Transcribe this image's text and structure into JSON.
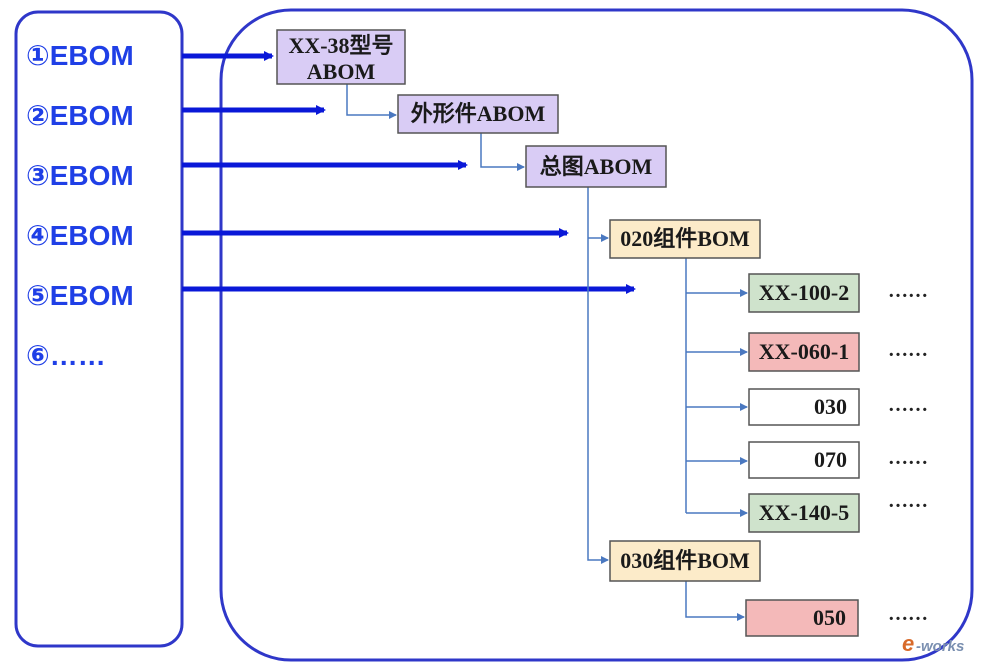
{
  "left_panel": {
    "items": [
      {
        "label": "①EBOM"
      },
      {
        "label": "②EBOM"
      },
      {
        "label": "③EBOM"
      },
      {
        "label": "④EBOM"
      },
      {
        "label": "⑤EBOM"
      },
      {
        "label": "⑥……"
      }
    ]
  },
  "tree": {
    "root": {
      "line1": "XX-38型号",
      "line2": "ABOM",
      "color": "#d9ccf5"
    },
    "appearance": {
      "label": "外形件ABOM",
      "color": "#d9ccf5"
    },
    "general": {
      "label": "总图ABOM",
      "color": "#d9ccf5"
    },
    "group_020": {
      "label": "020组件BOM",
      "color": "#fcebc9"
    },
    "group_030": {
      "label": "030组件BOM",
      "color": "#fcebc9"
    },
    "parts": [
      {
        "label": "XX-100-2",
        "color": "#cfe3cc",
        "trailing": "……"
      },
      {
        "label": "XX-060-1",
        "color": "#f4b9b9",
        "trailing": "……"
      },
      {
        "label": "030",
        "color": "#ffffff",
        "trailing": "……"
      },
      {
        "label": "070",
        "color": "#ffffff",
        "trailing": "……"
      },
      {
        "label": "XX-140-5",
        "color": "#cfe3cc",
        "trailing": "……"
      },
      {
        "label": "050",
        "color": "#f4b9b9",
        "trailing": "……"
      }
    ]
  },
  "watermark": {
    "e": "e",
    "works": "-works"
  },
  "colors": {
    "border": "#2f37c9",
    "arrow": "#0a18d8",
    "connector": "#4a78c0"
  }
}
